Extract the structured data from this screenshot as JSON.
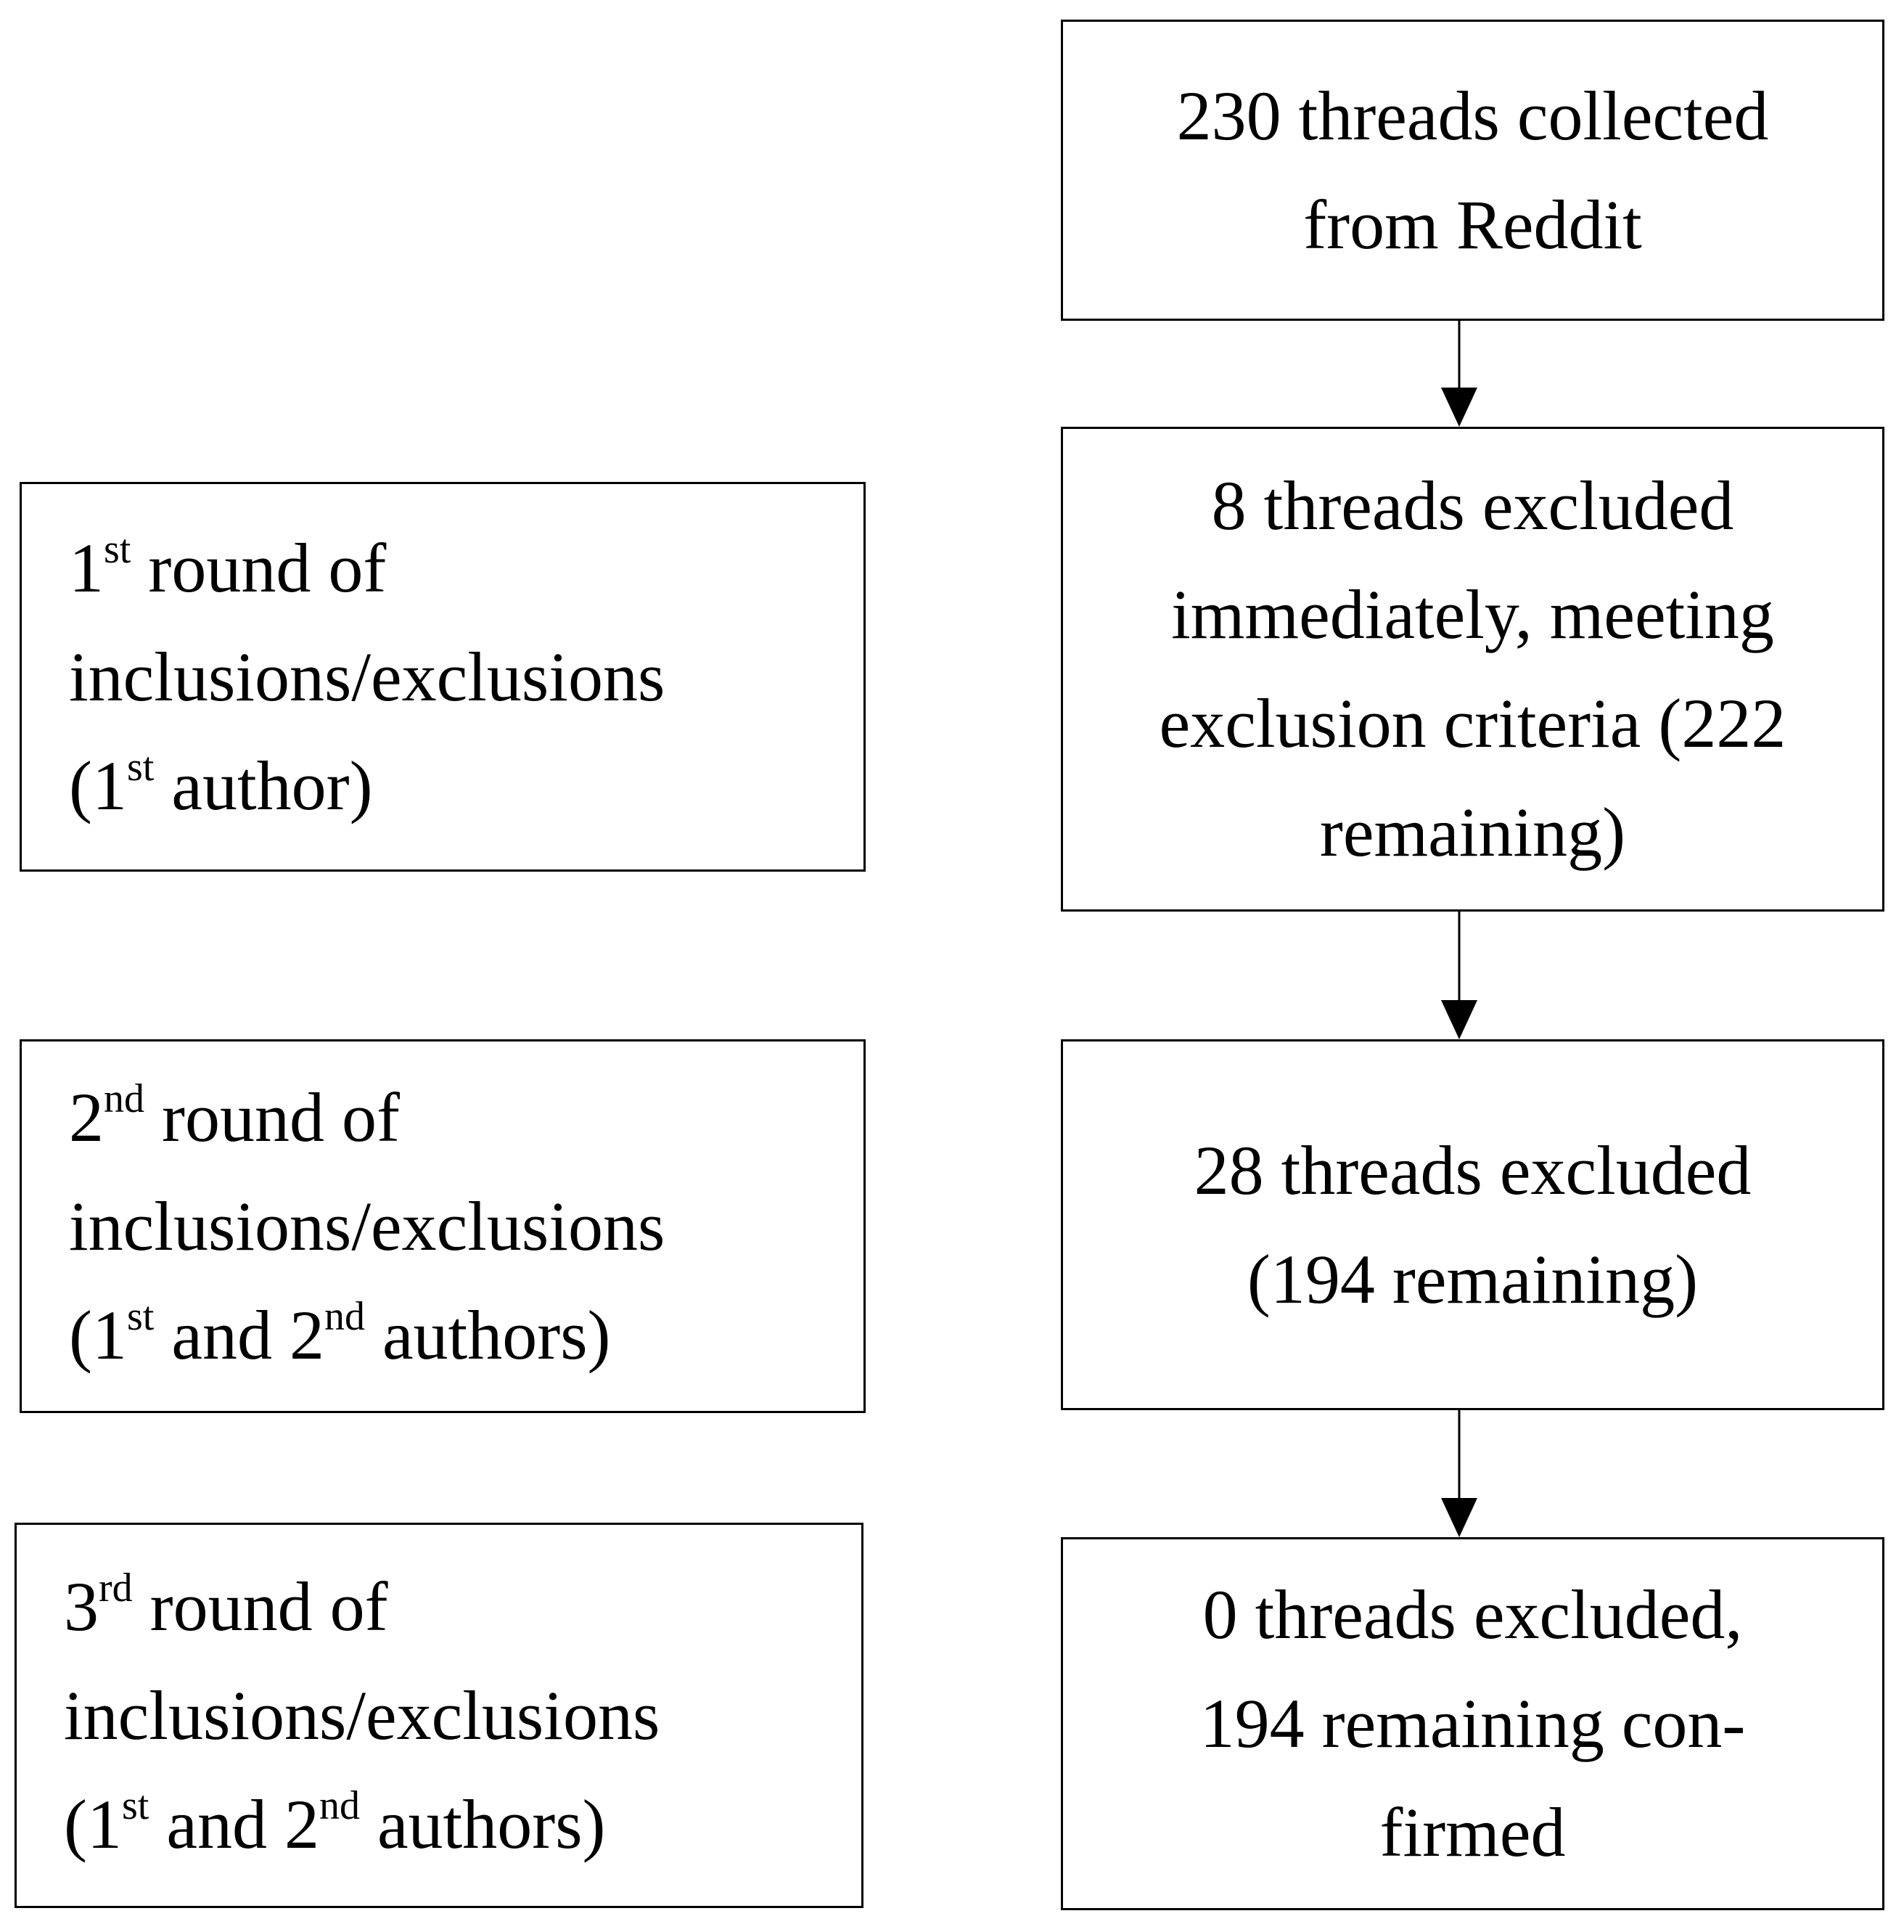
{
  "steps": [
    {
      "lines": [
        "230 threads collected",
        "from Reddit"
      ]
    },
    {
      "lines": [
        "8 threads excluded",
        "immediately, meeting",
        "exclusion criteria (222",
        "remaining)"
      ]
    },
    {
      "lines": [
        "28 threads excluded",
        "(194 remaining)"
      ]
    },
    {
      "lines": [
        "0 threads excluded,",
        "194 remaining con-",
        "firmed"
      ]
    }
  ],
  "rounds": [
    {
      "line1": {
        "num": "1",
        "sup": "st",
        "rest": " round of"
      },
      "line2": "inclusions/exclusions",
      "line3": {
        "open": "(1",
        "sup1": "st",
        "rest": " author)"
      }
    },
    {
      "line1": {
        "num": "2",
        "sup": "nd",
        "rest": " round of"
      },
      "line2": "inclusions/exclusions",
      "line3": {
        "open": "(1",
        "sup1": "st",
        "mid": " and 2",
        "sup2": "nd",
        "rest": " authors)"
      }
    },
    {
      "line1": {
        "num": "3",
        "sup": "rd",
        "rest": " round of"
      },
      "line2": "inclusions/exclusions",
      "line3": {
        "open": "(1",
        "sup1": "st",
        "mid": " and 2",
        "sup2": "nd",
        "rest": " authors)"
      }
    }
  ]
}
